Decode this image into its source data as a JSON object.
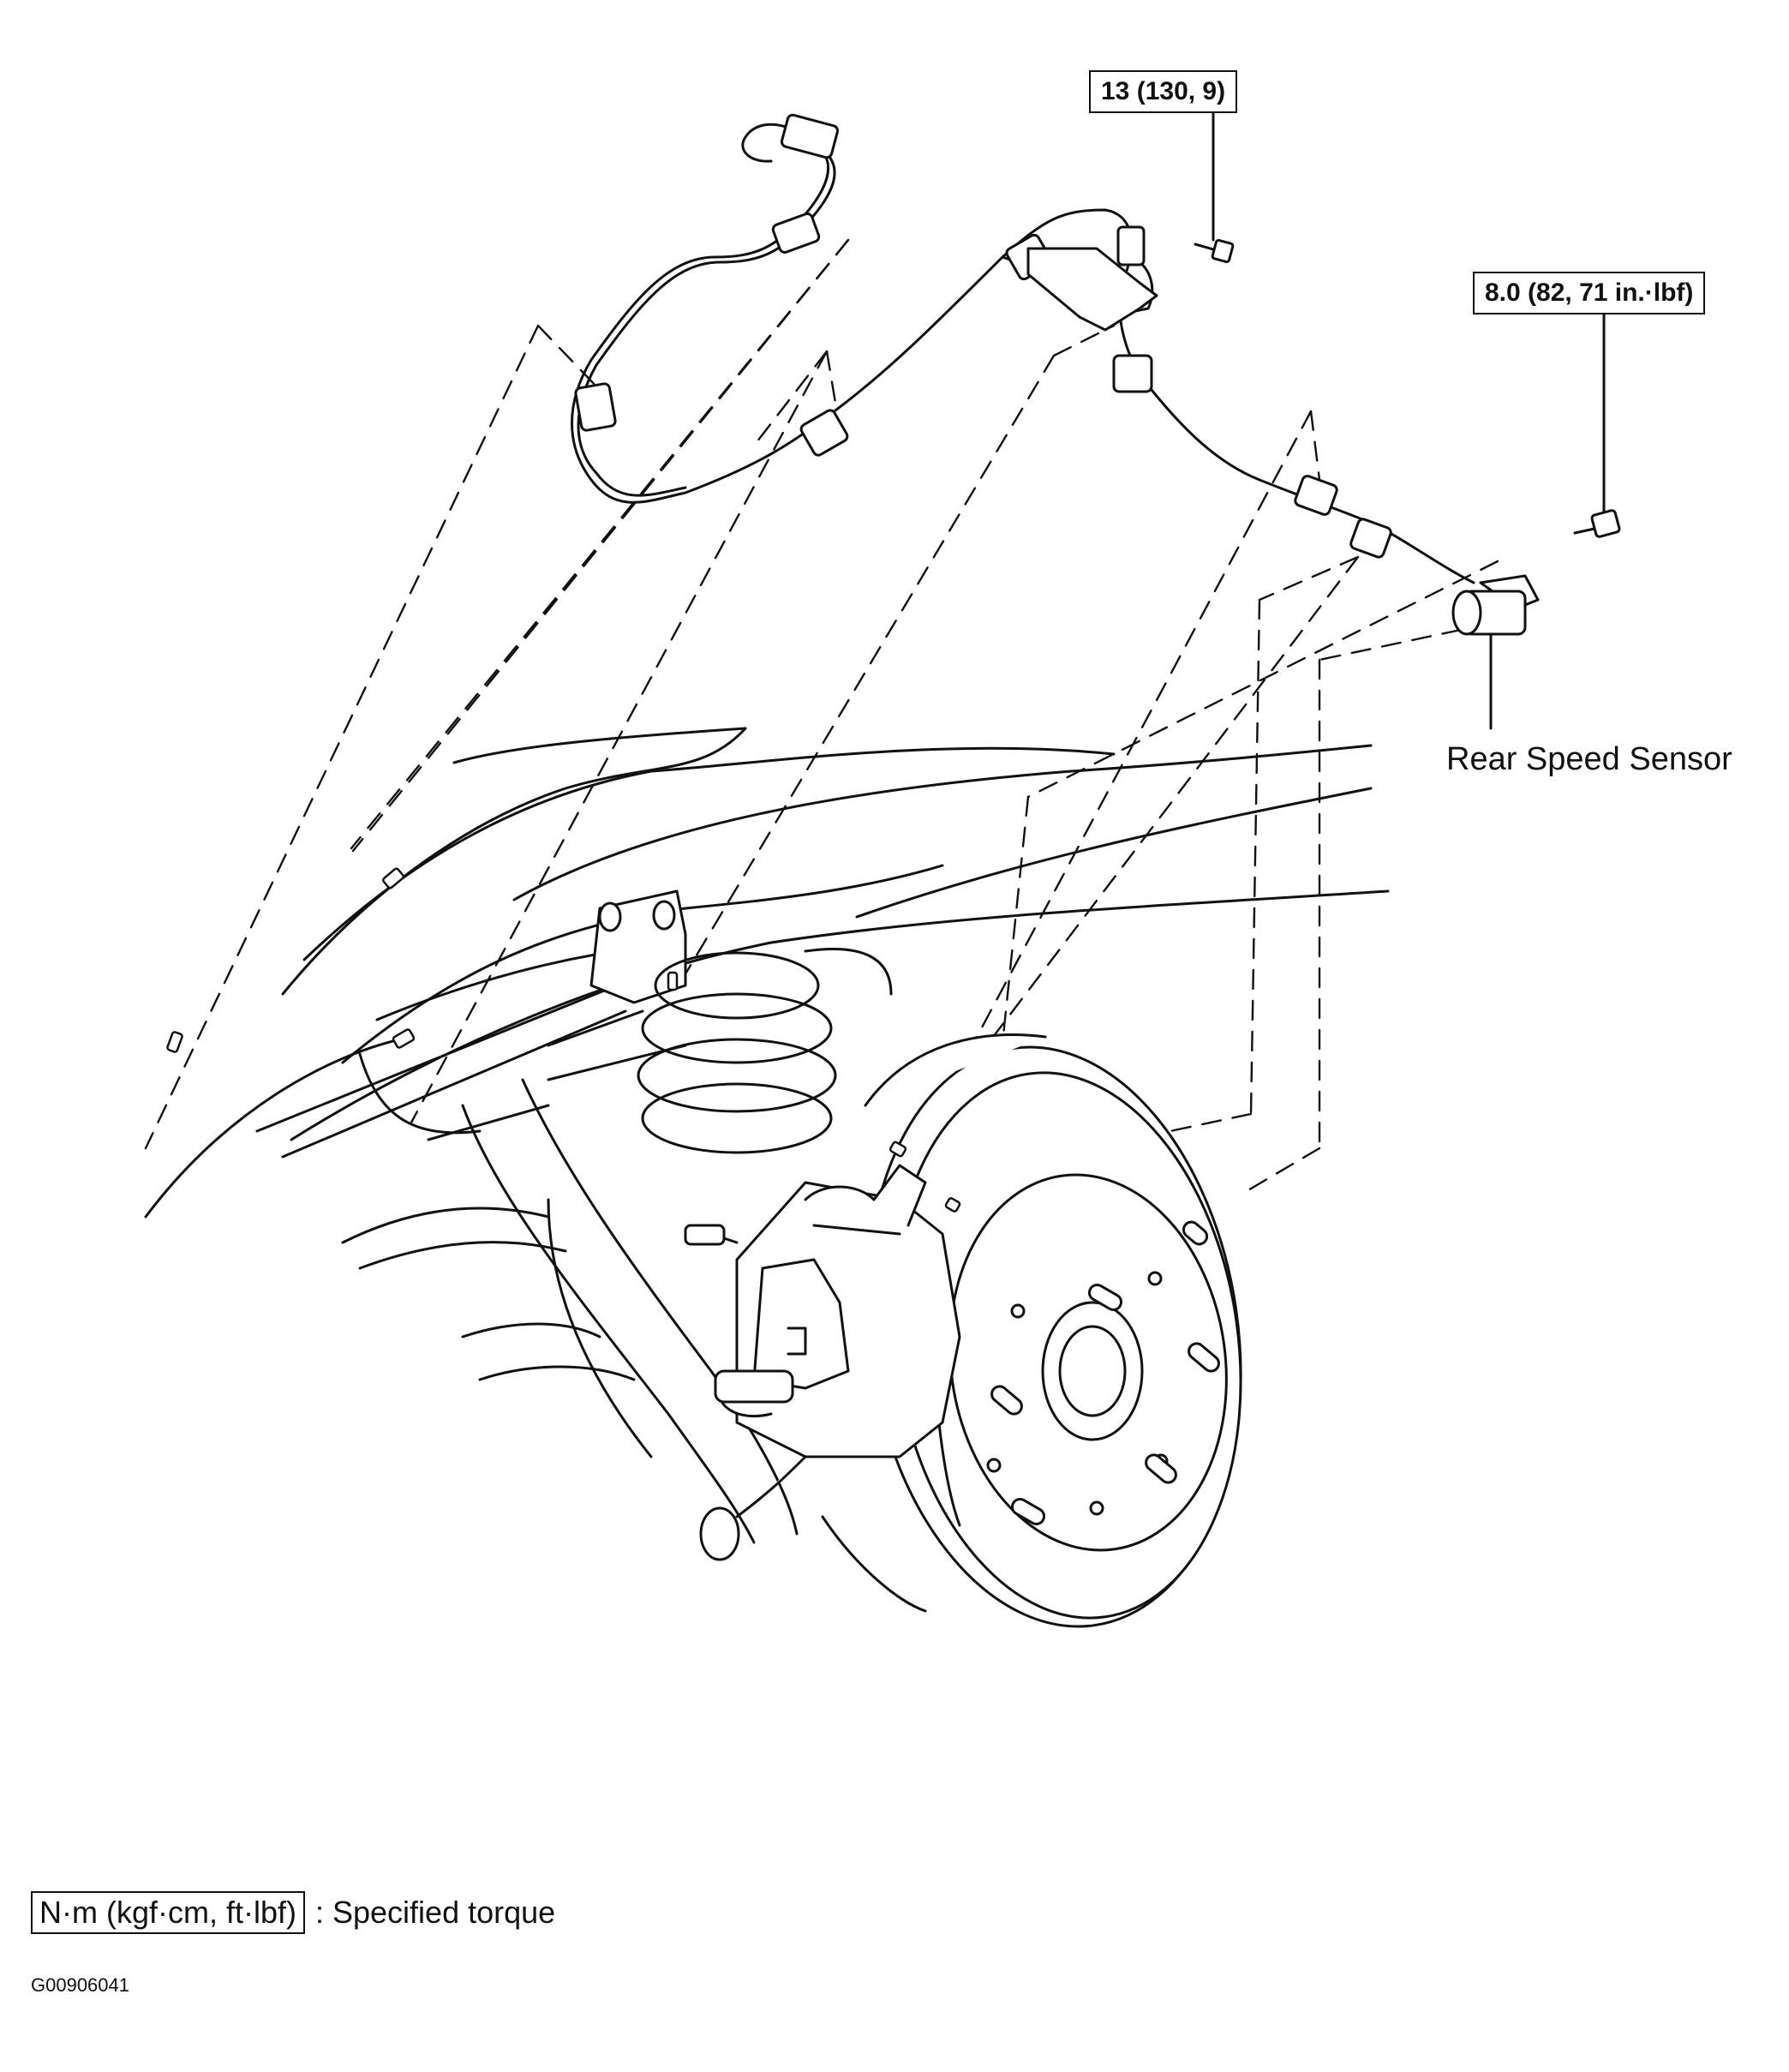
{
  "callouts": {
    "torque_top": "13 (130, 9)",
    "torque_right": "8.0 (82, 71 in.·lbf)",
    "sensor_label": "Rear Speed Sensor"
  },
  "legend": {
    "unit_box": "N·m (kgf·cm, ft·lbf)",
    "description": ": Specified torque"
  },
  "figure_id": "G00906041"
}
